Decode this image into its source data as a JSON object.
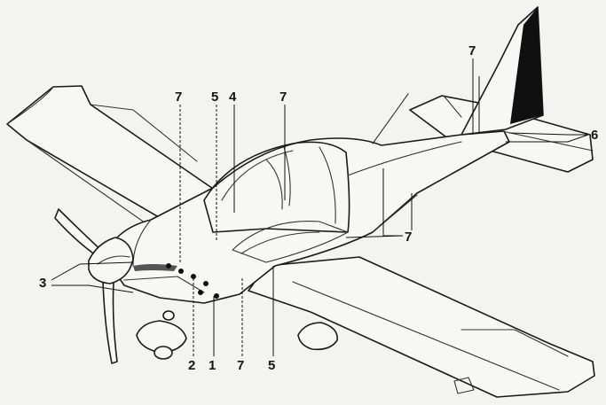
{
  "callouts": {
    "c1": "1",
    "c2": "2",
    "c3": "3",
    "c4": "4",
    "c5_top": "5",
    "c5_bottom": "5",
    "c6": "6",
    "c7_nose": "7",
    "c7_canopy": "7",
    "c7_fin": "7",
    "c7_fuselage": "7",
    "c7_bottom": "7"
  }
}
